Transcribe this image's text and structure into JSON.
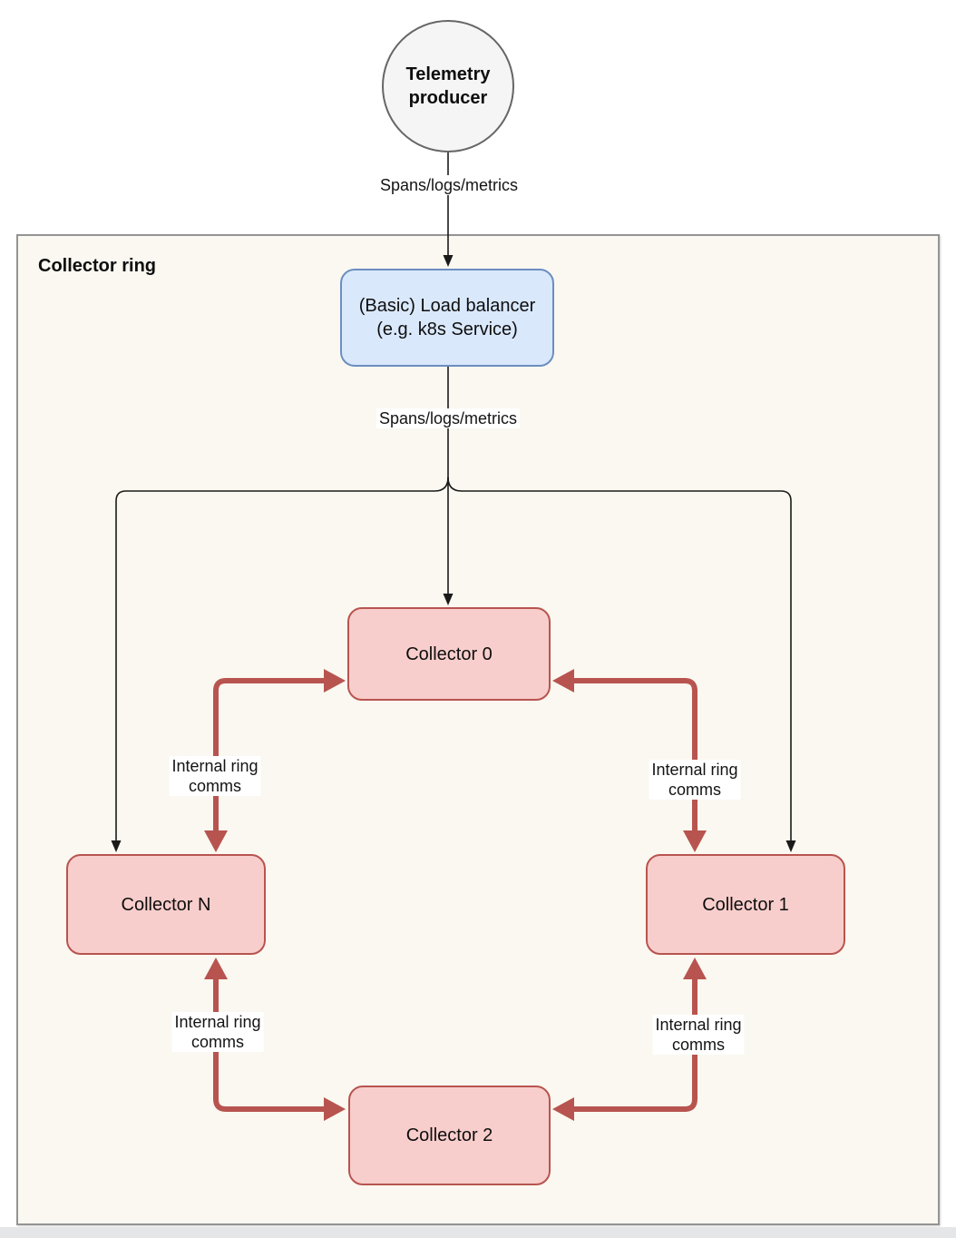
{
  "diagram": {
    "type": "architecture-diagram",
    "colors": {
      "page_background": "#ffffff",
      "container_fill": "#faf8f0",
      "container_border": "#949494",
      "producer_fill": "#f5f5f5",
      "producer_border": "#666666",
      "load_balancer_fill": "#dae8fc",
      "load_balancer_border": "#6c8ebf",
      "collector_fill": "#f8cecc",
      "collector_border": "#b85450",
      "ring_arrow": "#b85450",
      "flow_arrow": "#1a1a1a",
      "label_background": "#ffffff",
      "outside_strip": "#e4e6e7"
    },
    "labels": {
      "container": "Collector ring",
      "producer": "Telemetry\nproducer",
      "load_balancer": "(Basic) Load balancer\n(e.g. k8s Service)",
      "collector0": "Collector 0",
      "collector1": "Collector 1",
      "collector2": "Collector 2",
      "collectorN": "Collector N",
      "spans_edge_1": "Spans/logs/metrics",
      "spans_edge_2": "Spans/logs/metrics",
      "ring_edge_n0": "Internal ring\ncomms",
      "ring_edge_10": "Internal ring\ncomms",
      "ring_edge_n2": "Internal ring\ncomms",
      "ring_edge_12": "Internal ring\ncomms"
    },
    "edges": [
      {
        "from": "telemetry-producer",
        "to": "load-balancer",
        "label": "Spans/logs/metrics",
        "style": "thin-black",
        "bidirectional": false
      },
      {
        "from": "load-balancer",
        "to": "collector-0",
        "label": "Spans/logs/metrics",
        "style": "thin-black",
        "bidirectional": false
      },
      {
        "from": "load-balancer",
        "to": "collector-n",
        "label": "",
        "style": "thin-black",
        "bidirectional": false
      },
      {
        "from": "load-balancer",
        "to": "collector-1",
        "label": "",
        "style": "thin-black",
        "bidirectional": false
      },
      {
        "from": "collector-n",
        "to": "collector-0",
        "label": "Internal ring comms",
        "style": "thick-red",
        "bidirectional": true
      },
      {
        "from": "collector-1",
        "to": "collector-0",
        "label": "Internal ring comms",
        "style": "thick-red",
        "bidirectional": true
      },
      {
        "from": "collector-n",
        "to": "collector-2",
        "label": "Internal ring comms",
        "style": "thick-red",
        "bidirectional": true
      },
      {
        "from": "collector-1",
        "to": "collector-2",
        "label": "Internal ring comms",
        "style": "thick-red",
        "bidirectional": true
      }
    ]
  }
}
